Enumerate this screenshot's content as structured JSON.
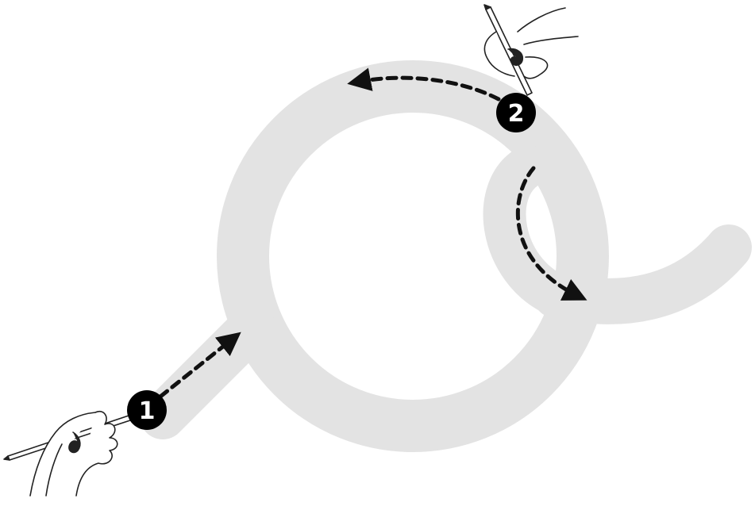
{
  "steps": [
    {
      "number": "1"
    },
    {
      "number": "2"
    }
  ],
  "colors": {
    "stroke_guide": "#e3e3e3",
    "arrow": "#111111",
    "badge_fill": "#000000",
    "badge_text": "#ffffff",
    "hand_outline": "#222222",
    "background": "#ffffff"
  },
  "icons": [
    "hand-holding-pencil-icon",
    "dashed-arrow-icon",
    "step-badge"
  ]
}
